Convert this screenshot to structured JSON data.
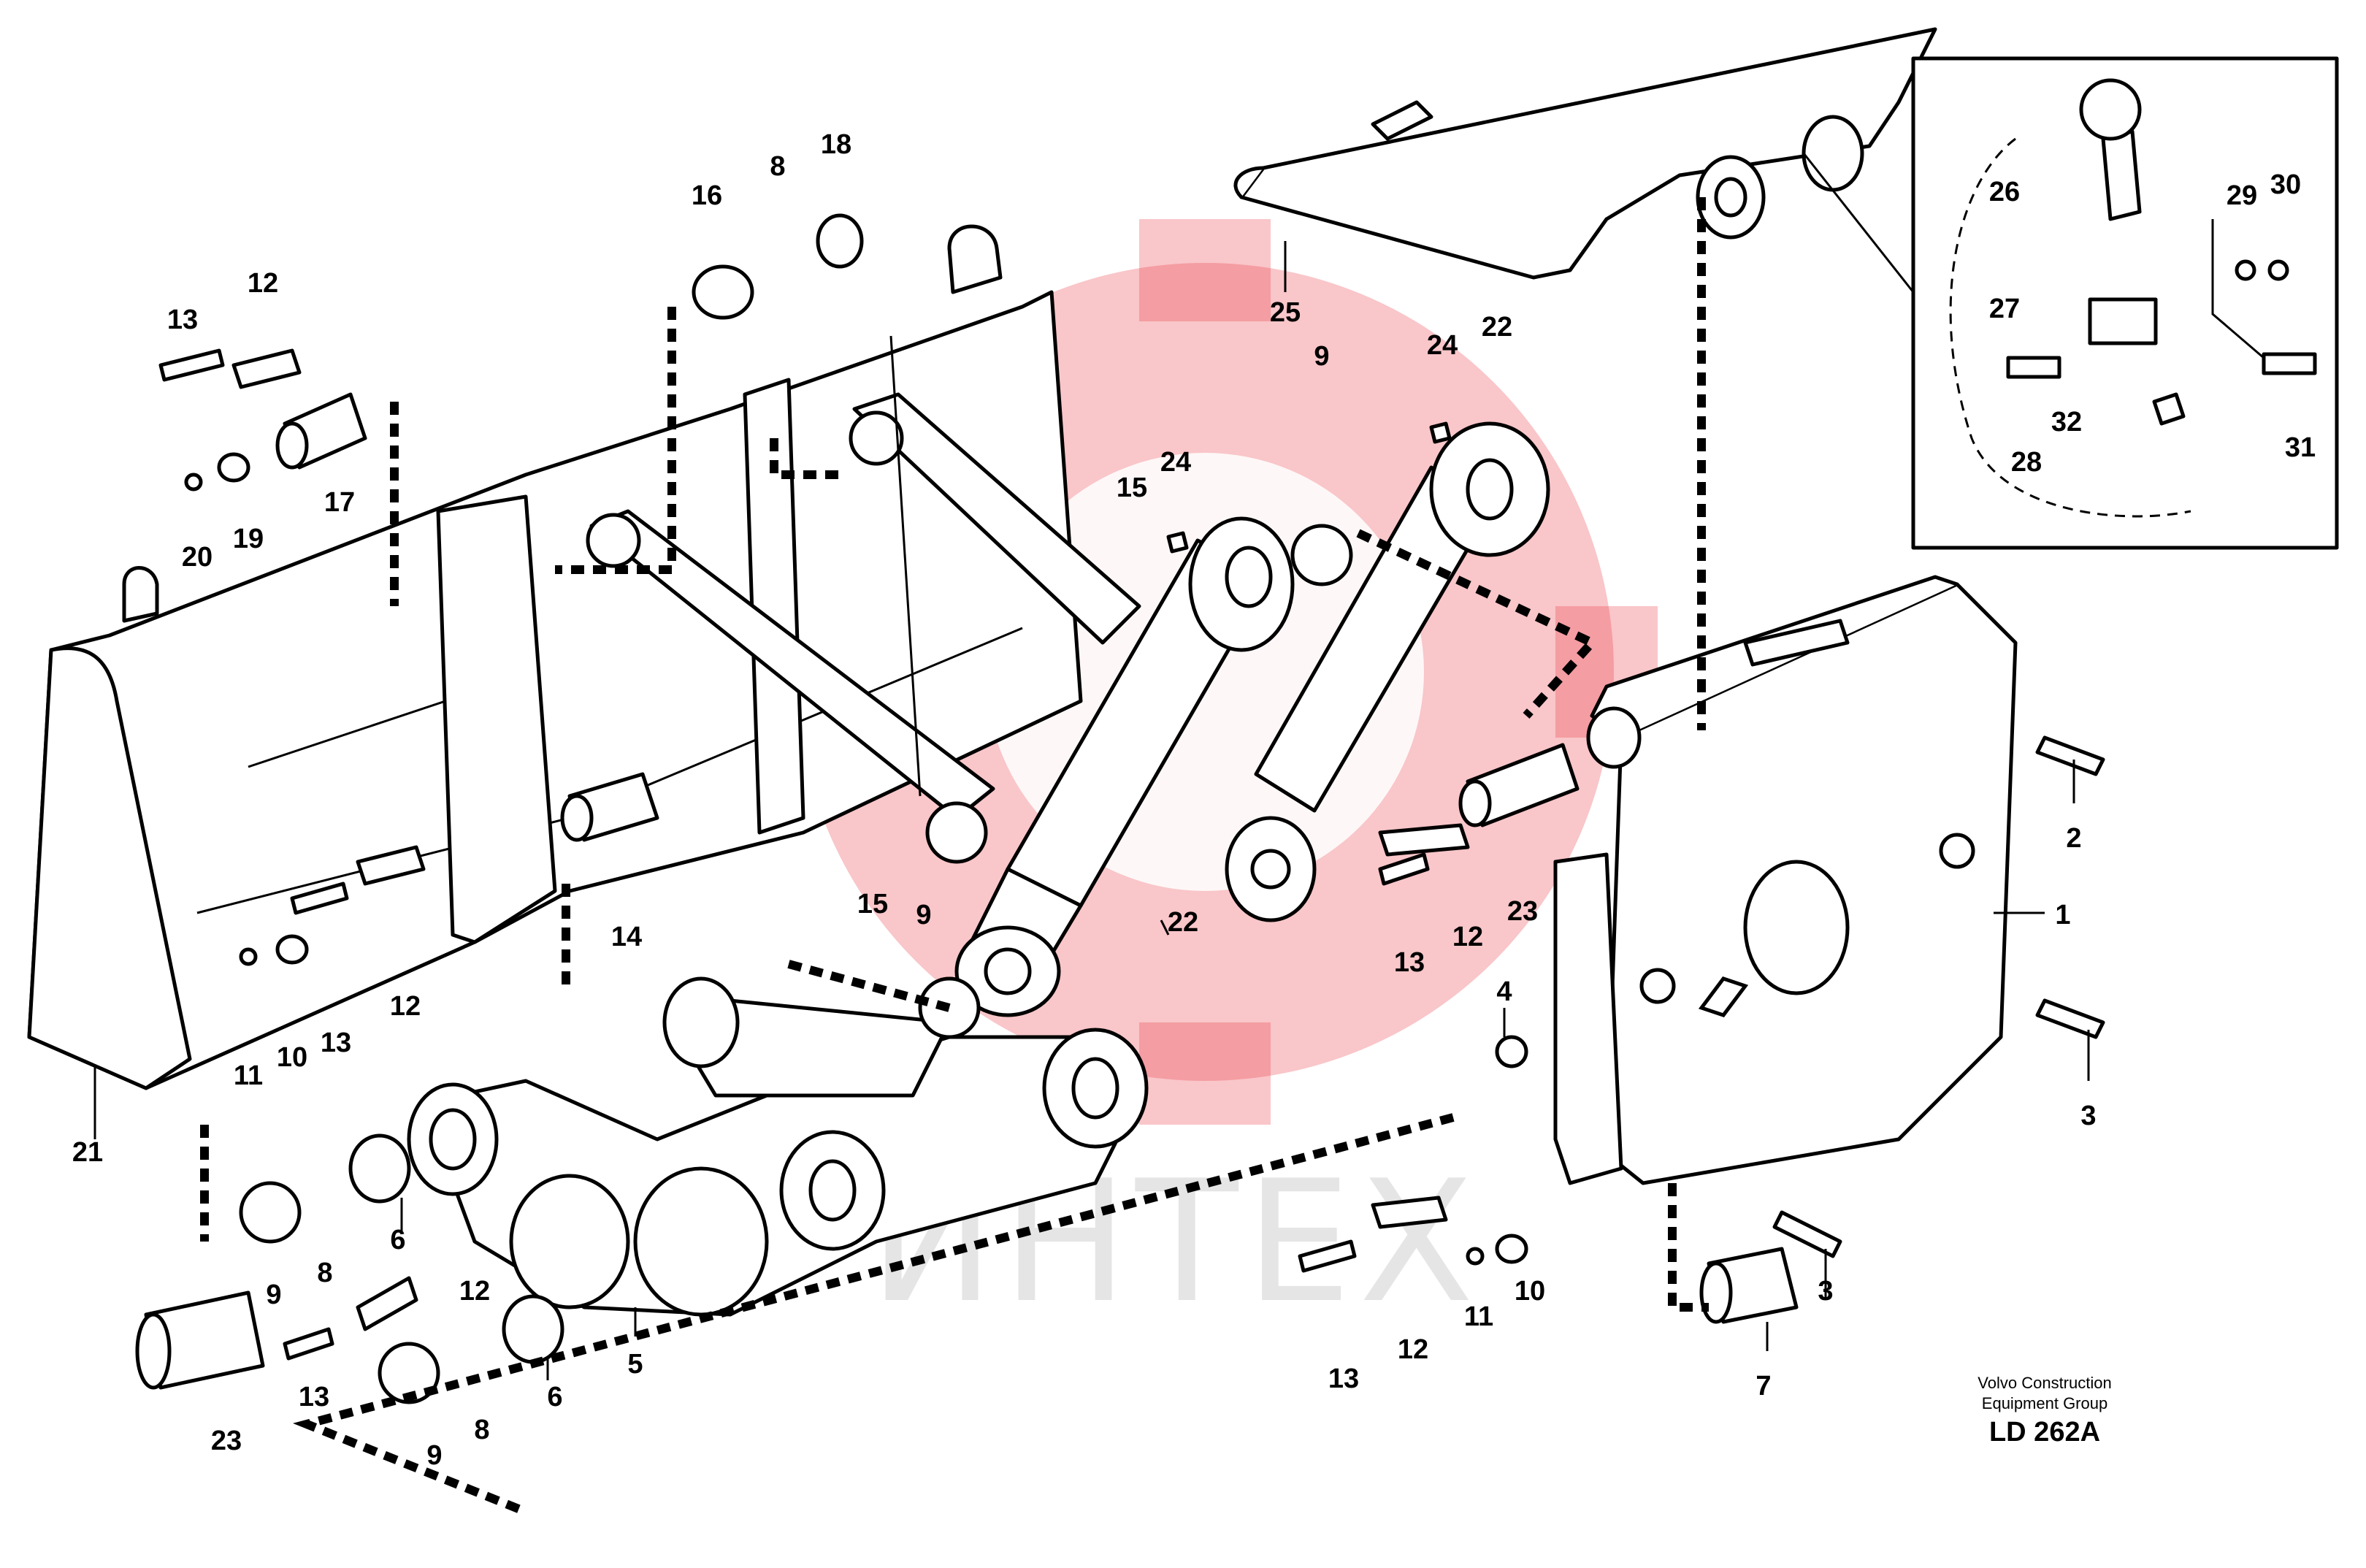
{
  "drawing_code": "LD 262A",
  "credit_line1": "Volvo Construction",
  "credit_line2": "Equipment Group",
  "watermark_text": "ИНТЕХ",
  "watermark_color": "#e8323c",
  "callouts": [
    "1",
    "2",
    "3",
    "3",
    "4",
    "5",
    "6",
    "6",
    "7",
    "8",
    "8",
    "8",
    "9",
    "9",
    "9",
    "9",
    "10",
    "10",
    "10",
    "11",
    "11",
    "12",
    "12",
    "12",
    "12",
    "12",
    "13",
    "13",
    "13",
    "13",
    "13",
    "14",
    "15",
    "15",
    "16",
    "17",
    "18",
    "19",
    "20",
    "21",
    "22",
    "22",
    "23",
    "23",
    "24",
    "24",
    "25",
    "26",
    "27",
    "28",
    "29",
    "30",
    "31",
    "32"
  ]
}
